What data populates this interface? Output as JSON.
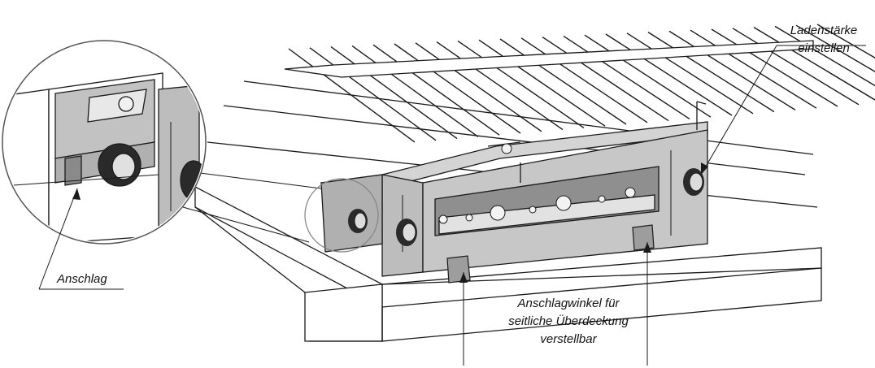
{
  "labels": {
    "drawer_thickness": [
      "Ladenstärke",
      "einstellen"
    ],
    "stop": "Anschlag",
    "stop_angle": [
      "Anschlagwinkel für",
      "seitliche Überdeckung",
      "verstellbar"
    ]
  },
  "colors": {
    "line": "#1a1a1a",
    "jig_body": "#c7c7c7",
    "jig_face": "#b9b9b9",
    "jig_dark": "#8f8f8f",
    "knob": "#2a2a2a",
    "panel": "#ffffff"
  }
}
